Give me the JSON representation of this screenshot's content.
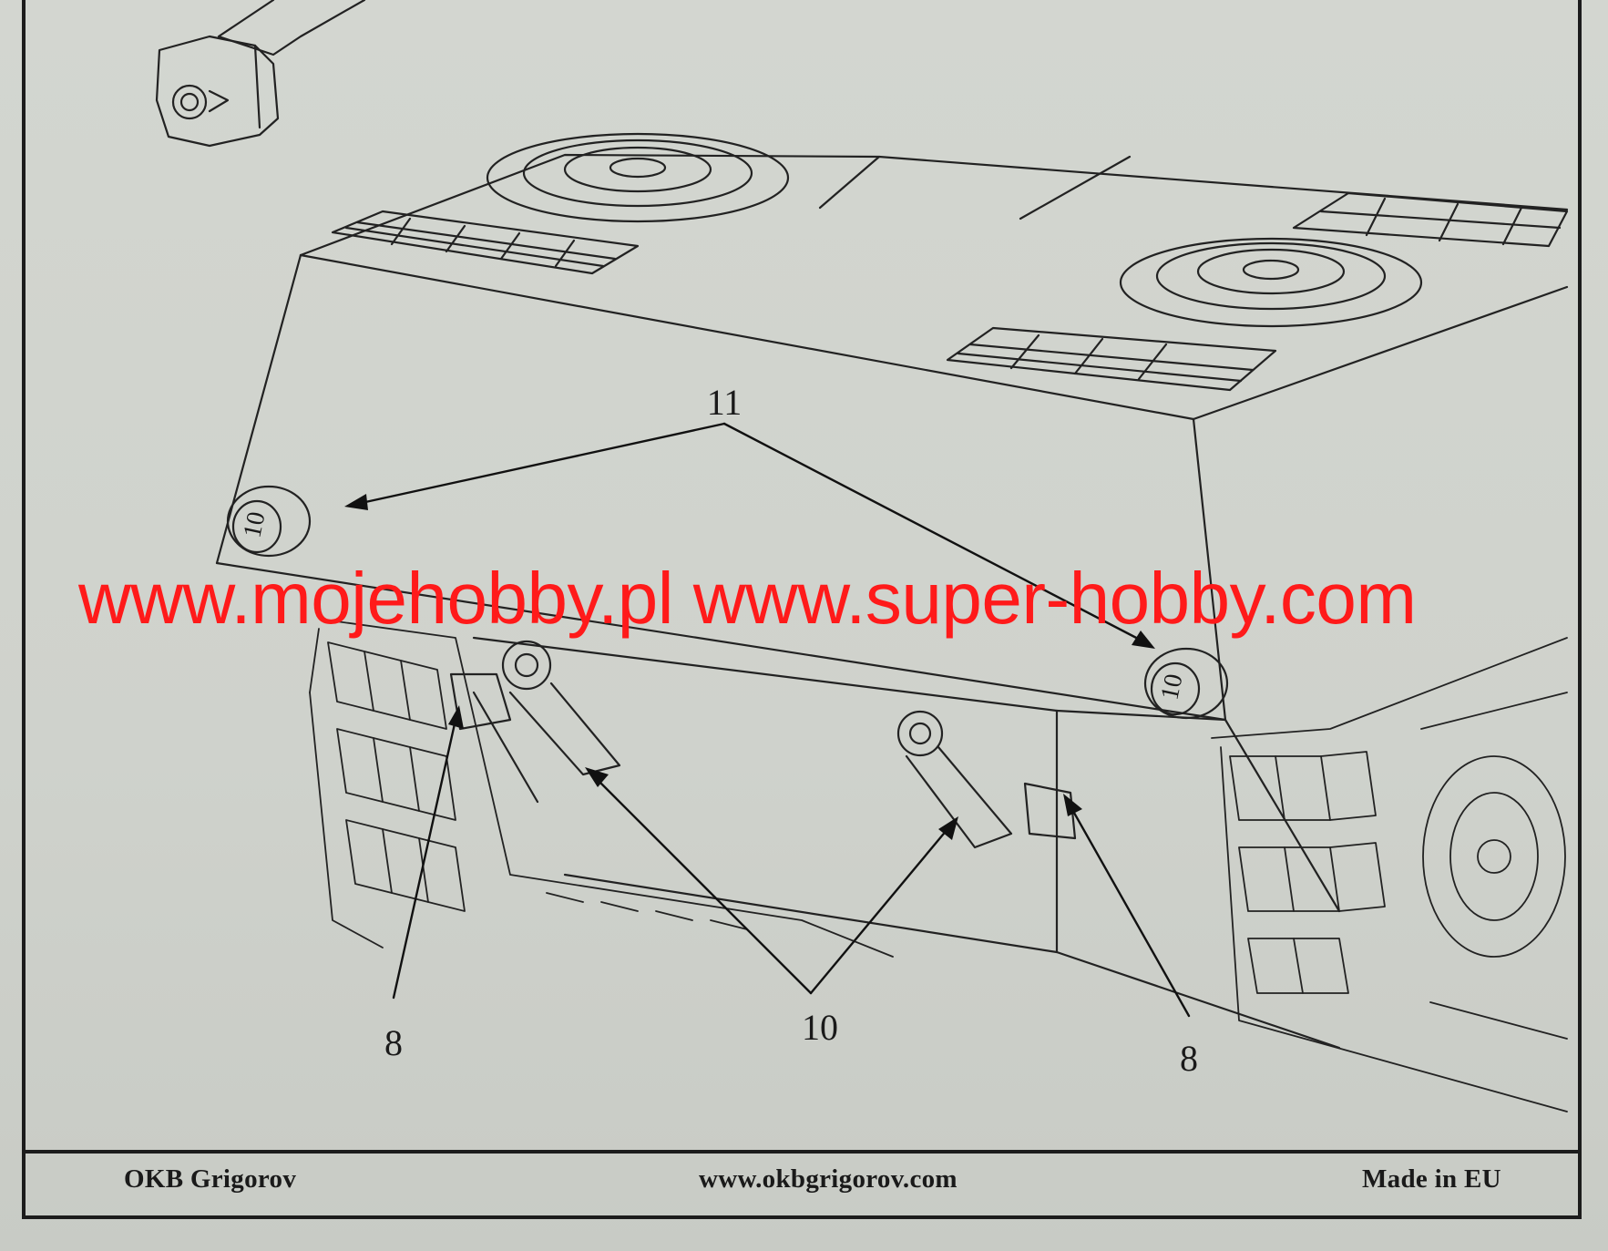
{
  "callouts": {
    "top_label": "11",
    "left_lower_label": "8",
    "center_lower_label": "10",
    "right_lower_label": "8"
  },
  "part_marks": {
    "left_cap": "10",
    "right_cap": "10"
  },
  "watermark": {
    "text": "www.mojehobby.pl www.super-hobby.com",
    "color": "#ff1a1a"
  },
  "footer": {
    "left": "OKB Grigorov",
    "center": "www.okbgrigorov.com",
    "right": "Made in EU"
  },
  "colors": {
    "paper": "#cfd2cc",
    "ink": "#1c1c1c"
  }
}
